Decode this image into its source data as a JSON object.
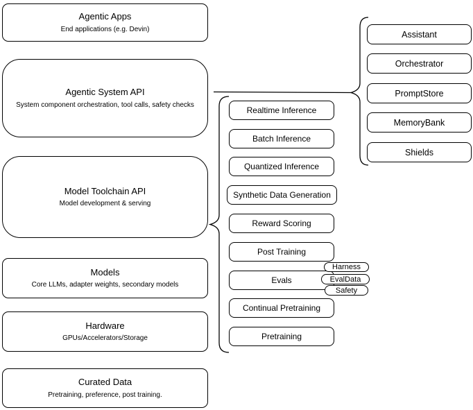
{
  "diagram": {
    "stack": [
      {
        "title": "Agentic Apps",
        "subtitle": "End applications (e.g. Devin)"
      },
      {
        "title": "Agentic System API",
        "subtitle": "System component orchestration, tool calls, safety checks"
      },
      {
        "title": "Model Toolchain API",
        "subtitle": "Model development & serving"
      },
      {
        "title": "Models",
        "subtitle": "Core LLMs, adapter weights, secondary models"
      },
      {
        "title": "Hardware",
        "subtitle": "GPUs/Accelerators/Storage"
      },
      {
        "title": "Curated Data",
        "subtitle": "Pretraining, preference, post training."
      }
    ],
    "toolchain_services": [
      "Realtime Inference",
      "Batch Inference",
      "Quantized Inference",
      "Synthetic Data Generation",
      "Reward Scoring",
      "Post Training",
      "Evals",
      "Continual Pretraining",
      "Pretraining"
    ],
    "eval_tags": [
      "Harness",
      "EvalData",
      "Safety"
    ],
    "system_components": [
      "Assistant",
      "Orchestrator",
      "PromptStore",
      "MemoryBank",
      "Shields"
    ],
    "colors": {
      "stroke": "#000000",
      "fill": "#ffffff",
      "background": "#ffffff"
    }
  }
}
